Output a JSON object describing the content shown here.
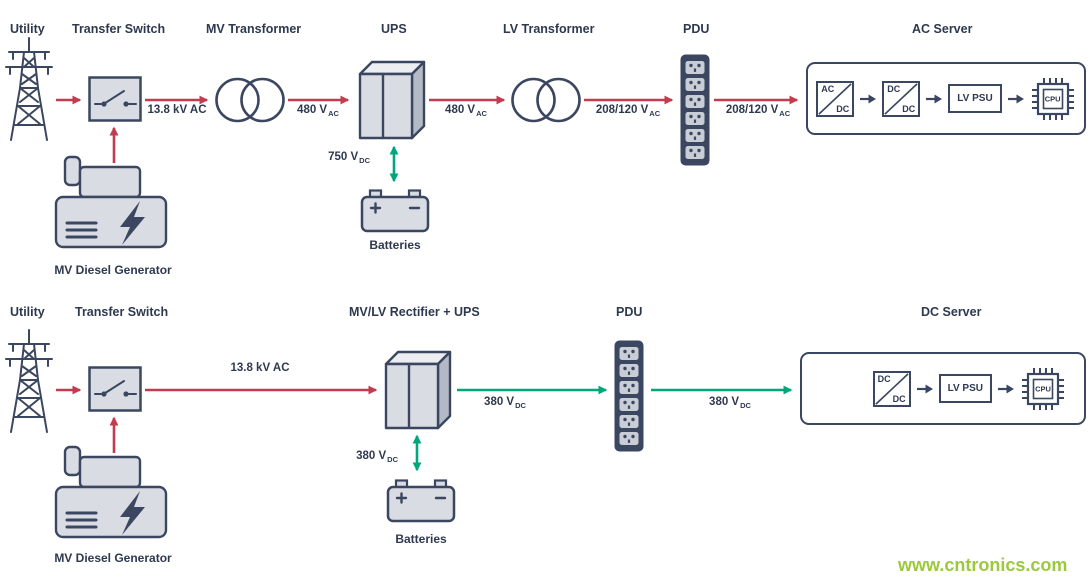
{
  "colors": {
    "ac_path": "#c23b4f",
    "dc_path": "#00a77c",
    "outline": "#3b4660",
    "component_fill": "#d9dce3",
    "watermark": "#9cc83c"
  },
  "watermark": "www.cntronics.com",
  "ac_system": {
    "headers": {
      "utility": "Utility",
      "transfer_switch": "Transfer Switch",
      "mv_transformer": "MV Transformer",
      "ups": "UPS",
      "lv_transformer": "LV Transformer",
      "pdu": "PDU",
      "server": "AC Server"
    },
    "voltages": {
      "grid": "13.8 kV AC",
      "transformer_out": {
        "main": "480 V",
        "sub": "AC"
      },
      "ups_out": {
        "main": "480 V",
        "sub": "AC"
      },
      "lv_transformer_out": {
        "main": "208/120 V",
        "sub": "AC"
      },
      "pdu_out": {
        "main": "208/120 V",
        "sub": "AC"
      },
      "battery_link": {
        "main": "750 V",
        "sub": "DC"
      }
    },
    "generator_label": "MV Diesel Generator",
    "batteries_label": "Batteries",
    "server": {
      "conv1_top": "AC",
      "conv1_bottom": "DC",
      "conv2_top": "DC",
      "conv2_bottom": "DC",
      "psu": "LV PSU",
      "cpu": "CPU"
    }
  },
  "dc_system": {
    "headers": {
      "utility": "Utility",
      "transfer_switch": "Transfer Switch",
      "rectifier_ups": "MV/LV Rectifier + UPS",
      "pdu": "PDU",
      "server": "DC Server"
    },
    "voltages": {
      "grid": "13.8 kV AC",
      "rectifier_out": {
        "main": "380 V",
        "sub": "DC"
      },
      "pdu_out": {
        "main": "380 V",
        "sub": "DC"
      },
      "battery_link": {
        "main": "380 V",
        "sub": "DC"
      }
    },
    "generator_label": "MV Diesel Generator",
    "batteries_label": "Batteries",
    "server": {
      "conv1_top": "DC",
      "conv1_bottom": "DC",
      "psu": "LV PSU",
      "cpu": "CPU"
    }
  }
}
